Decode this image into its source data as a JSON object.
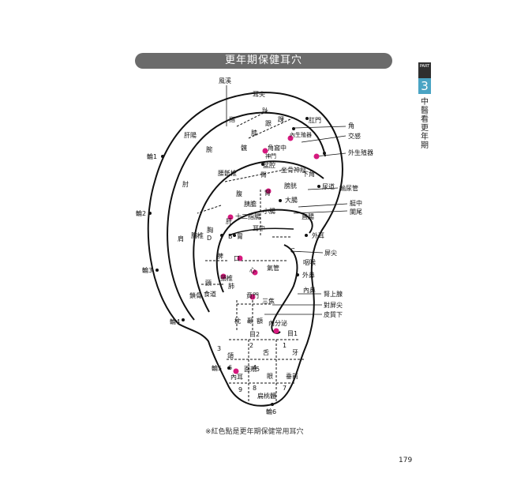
{
  "title": "更年期保健耳穴",
  "side_tab": {
    "part": "PART",
    "number": "3",
    "text": "中醫看更年期"
  },
  "caption": "※紅色點是更年期保健常用耳穴",
  "page_number": "179",
  "colors": {
    "accent": "#d6197e",
    "title_bg": "#6b6b6b",
    "tab_num_bg": "#4aa4c4"
  },
  "labels": {
    "fengxi": "風溪",
    "erjian": "耳尖",
    "jiao": "角",
    "jiaogan": "交感",
    "waishengzhiqi": "外生殖器",
    "niaodaoguan": "輸尿管",
    "tingzhong": "艇中",
    "lanwei": "闌尾",
    "waier": "外耳",
    "pingjian": "屏尖",
    "yanhou": "咽喉",
    "waibi": "外鼻",
    "neibi": "內鼻",
    "shenshangxian": "腎上腺",
    "duipingjian": "對屏尖",
    "pizhixia": "皮質下",
    "lun1": "輪1",
    "lun2": "輪2",
    "lun3": "輪3",
    "lun4": "輪4",
    "lun5": "輪5",
    "lun6": "輪6",
    "gangmen": "肛門",
    "zhi_toe": "趾",
    "gen": "跟",
    "huai": "踝",
    "xi": "膝",
    "zhi_finger": "指",
    "neishengzhiqi": "內生殖器",
    "jiaowozhong": "角窩中",
    "shenmen": "神門",
    "penqiang": "盆腔",
    "shengushenjing": "坐骨神經",
    "xiajiao": "下角",
    "gan_liver": "肝",
    "xiong": "胸",
    "fu_abd": "腹",
    "pi_spleen": "脾",
    "xinzang": "心",
    "qiguan": "氣管",
    "fei": "肺",
    "jingzhui": "頸椎",
    "jing": "頸",
    "xiongzhui": "胸椎",
    "yaodizhui": "腰骶椎",
    "tun": "臀",
    "kuan": "髖",
    "zhou": "肘",
    "wan": "腕",
    "jian": "肩",
    "suogu": "鎖骨",
    "gandan": "肝陽",
    "wei": "胃",
    "yi_pancreas": "胰膽",
    "shen_kidney": "腎",
    "pangguang": "膀胱",
    "niaodao": "尿道",
    "dachang": "大腸",
    "xiaochang": "小腸",
    "zhichang": "直腸",
    "shierzhichang": "十二指腸",
    "erzhong": "耳中",
    "kou": "口",
    "shidao": "食道",
    "benmen": "賁門",
    "sanjiao": "三焦",
    "neifenmi": "內分泌",
    "zhen": "枕",
    "nie": "顳",
    "e": "額",
    "mu1": "目1",
    "mu2": "目2",
    "ya": "牙",
    "she": "舌",
    "he": "頜",
    "yan": "眼",
    "chuiqian": "垂前",
    "neier": "內耳",
    "mianjia": "面頰",
    "biantaoti": "扁桃體",
    "n1": "1",
    "n2": "2",
    "n3": "3",
    "n4": "4",
    "n5": "5",
    "n6": "6",
    "n7": "7",
    "n8": "8",
    "n9": "9",
    "pt_b": "B",
    "pt_c": "C",
    "pt_d": "D"
  }
}
